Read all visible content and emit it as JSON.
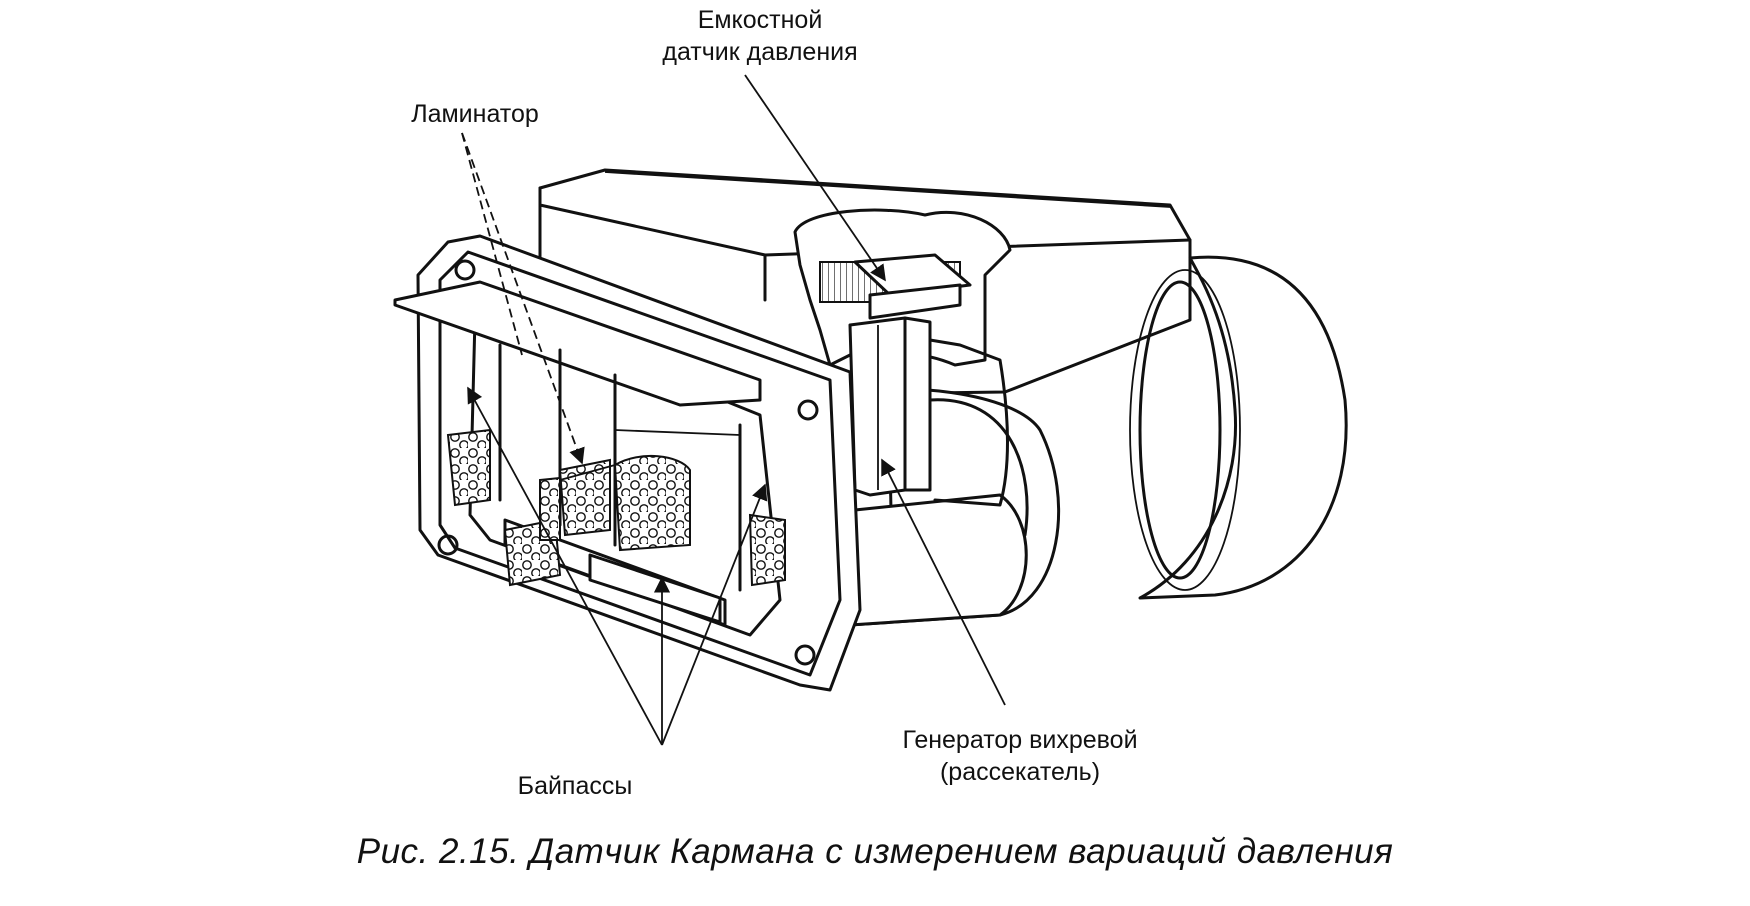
{
  "labels": {
    "pressure_sensor_line1": "Емкостной",
    "pressure_sensor_line2": "датчик давления",
    "laminator": "Ламинатор",
    "vortex_generator_line1": "Генератор вихревой",
    "vortex_generator_line2": "(рассекатель)",
    "bypasses": "Байпассы"
  },
  "caption": "Рис. 2.15. Датчик Кармана с измерением вариаций давления"
}
